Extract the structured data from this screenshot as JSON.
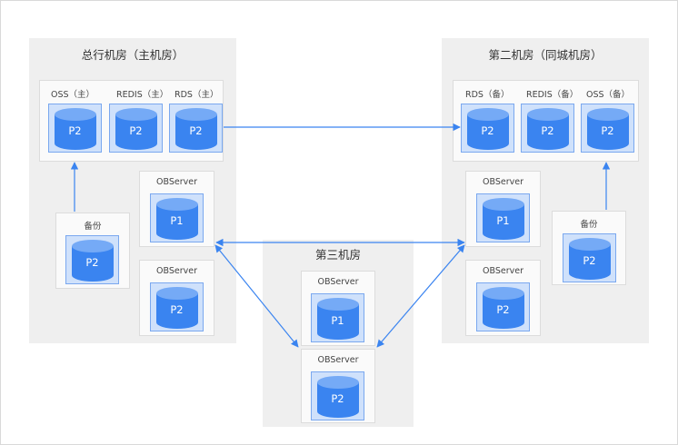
{
  "rooms": {
    "main": {
      "title": "总行机房（主机房）"
    },
    "second": {
      "title": "第二机房（同城机房）"
    },
    "third": {
      "title": "第三机房"
    }
  },
  "main_room": {
    "oss_label": "OSS（主）",
    "redis_label": "REDIS（主）",
    "rds_label": "RDS（主）",
    "tiles": [
      "P2",
      "P2",
      "P2"
    ],
    "observer1": {
      "title": "OBServer",
      "tile": "P1"
    },
    "observer2": {
      "title": "OBServer",
      "tile": "P2"
    },
    "backup": {
      "title": "备份",
      "tile": "P2"
    }
  },
  "second_room": {
    "rds_label": "RDS（备）",
    "redis_label": "REDIS（备）",
    "oss_label": "OSS（备）",
    "tiles": [
      "P2",
      "P2",
      "P2"
    ],
    "observer1": {
      "title": "OBServer",
      "tile": "P1"
    },
    "observer2": {
      "title": "OBServer",
      "tile": "P2"
    },
    "backup": {
      "title": "备份",
      "tile": "P2"
    }
  },
  "third_room": {
    "observer1": {
      "title": "OBServer",
      "tile": "P1"
    },
    "observer2": {
      "title": "OBServer",
      "tile": "P2"
    }
  },
  "colors": {
    "accent": "#3a84f0",
    "tile_bg": "#cfe1fb",
    "tile_border": "#7aa8ef",
    "room_bg": "#efefef"
  },
  "icons": {
    "database": "cylinder-icon",
    "arrow": "arrow-icon"
  }
}
